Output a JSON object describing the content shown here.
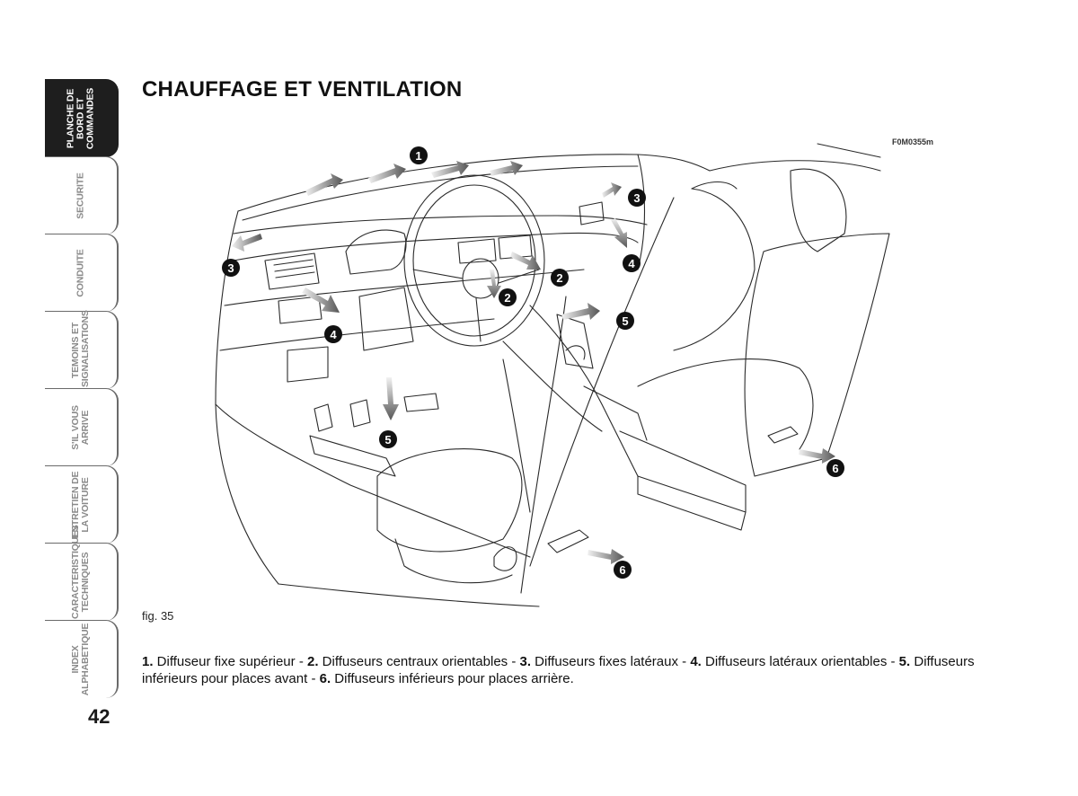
{
  "page": {
    "title": "CHAUFFAGE ET VENTILATION",
    "ref_code": "F0M0355m",
    "fig_label": "fig. 35",
    "page_number": "42"
  },
  "sidebar": {
    "tabs": [
      {
        "label": "PLANCHE DE\nBORD ET\nCOMMANDES",
        "active": true
      },
      {
        "label": "SECURITE",
        "active": false
      },
      {
        "label": "CONDUITE",
        "active": false
      },
      {
        "label": "TEMOINS ET\nSIGNALISATIONS",
        "active": false
      },
      {
        "label": "S'IL VOUS\nARRIVE",
        "active": false
      },
      {
        "label": "ENTRETIEN DE\nLA VOITURE",
        "active": false
      },
      {
        "label": "CARACTERISTIQUES\nTECHNIQUES",
        "active": false
      },
      {
        "label": "INDEX\nALPHABETIQUE",
        "active": false
      }
    ]
  },
  "callouts": [
    "1",
    "2",
    "2",
    "3",
    "3",
    "4",
    "4",
    "5",
    "5",
    "6",
    "6"
  ],
  "caption": {
    "items": [
      {
        "num": "1.",
        "text": " Diffuseur fixe supérieur - "
      },
      {
        "num": "2.",
        "text": " Diffuseurs centraux orientables - "
      },
      {
        "num": "3.",
        "text": " Diffuseurs fixes latéraux - "
      },
      {
        "num": "4.",
        "text": " Diffuseurs latéraux orientables - "
      },
      {
        "num": "5.",
        "text": " Diffuseurs inférieurs pour places avant - "
      },
      {
        "num": "6.",
        "text": " Diffuseurs inférieurs pour places arrière."
      }
    ]
  }
}
